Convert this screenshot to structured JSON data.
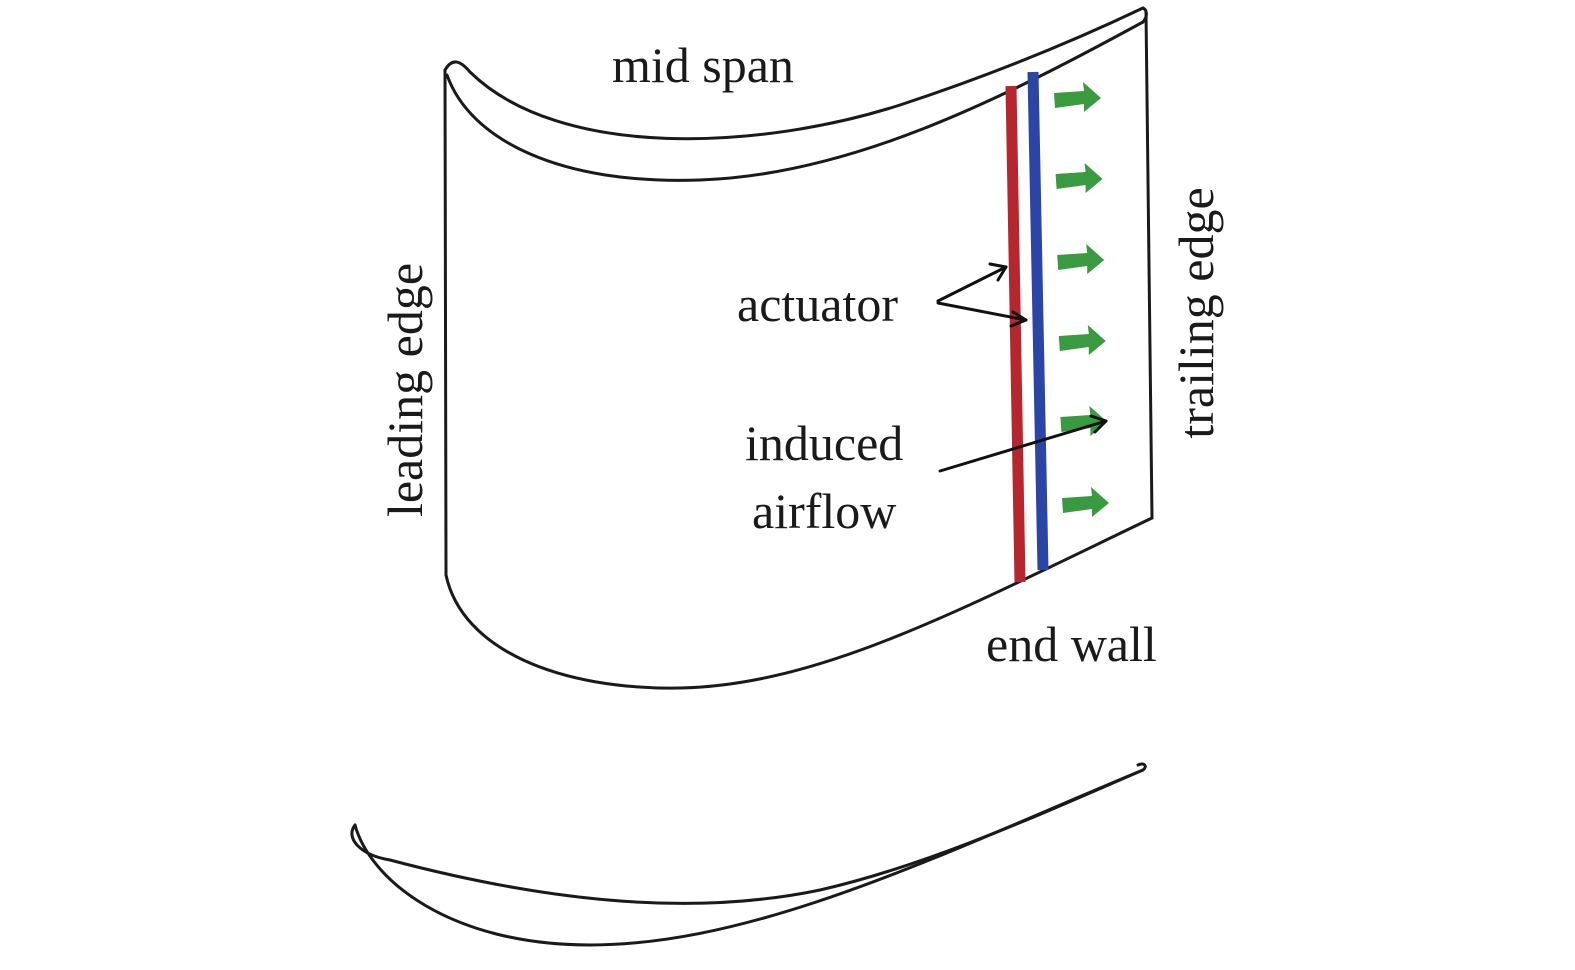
{
  "labels": {
    "mid_span": "mid span",
    "end_wall": "end wall",
    "leading_edge": "leading edge",
    "trailing_edge": "trailing edge",
    "actuator": "actuator",
    "induced_line1": "induced",
    "induced_line2": "airflow"
  },
  "colors": {
    "outline": "#1a1a1a",
    "actuator_red": "#b5262f",
    "actuator_blue": "#2a45a6",
    "flow_arrow": "#3a9a3f"
  },
  "flow_arrow_count": 6
}
